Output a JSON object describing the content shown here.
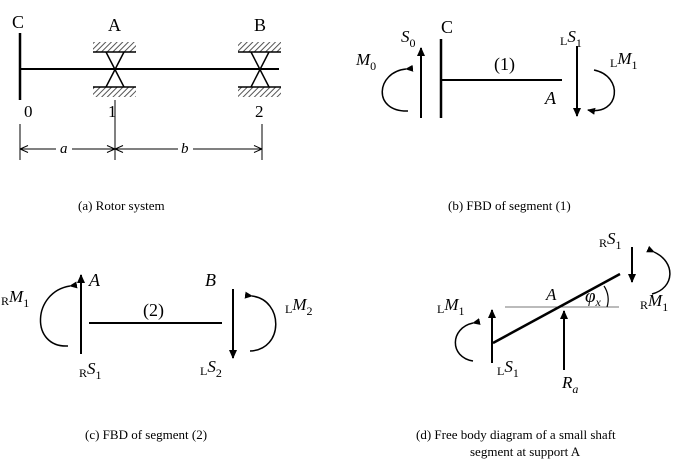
{
  "panel_a": {
    "caption": "(a) Rotor system",
    "node_C": "C",
    "node_A": "A",
    "node_B": "B",
    "station_0": "0",
    "station_1": "1",
    "station_2": "2",
    "dim_a": "a",
    "dim_b": "b"
  },
  "panel_b": {
    "caption": "(b) FBD of segment (1)",
    "node_C": "C",
    "node_A": "A",
    "segment": "(1)",
    "M0": {
      "main": "M",
      "sub": "0"
    },
    "S0": {
      "main": "S",
      "sub": "0"
    },
    "LS1": {
      "pre": "L",
      "main": "S",
      "sub": "1"
    },
    "LM1": {
      "pre": "L",
      "main": "M",
      "sub": "1"
    }
  },
  "panel_c": {
    "caption": "(c) FBD of segment (2)",
    "node_A": "A",
    "node_B": "B",
    "segment": "(2)",
    "RM1": {
      "pre": "R",
      "main": "M",
      "sub": "1"
    },
    "RS1": {
      "pre": "R",
      "main": "S",
      "sub": "1"
    },
    "LS2": {
      "pre": "L",
      "main": "S",
      "sub": "2"
    },
    "LM2": {
      "pre": "L",
      "main": "M",
      "sub": "2"
    }
  },
  "panel_d": {
    "caption_line1": "(d) Free body diagram of a small shaft",
    "caption_line2": "segment at support A",
    "node_A": "A",
    "RS1": {
      "pre": "R",
      "main": "S",
      "sub": "1"
    },
    "RM1": {
      "pre": "R",
      "main": "M",
      "sub": "1"
    },
    "LM1": {
      "pre": "L",
      "main": "M",
      "sub": "1"
    },
    "LS1": {
      "pre": "L",
      "main": "S",
      "sub": "1"
    },
    "Ra": {
      "main": "R",
      "sub": "a"
    },
    "phi": {
      "main": "φ",
      "sub": "x"
    }
  }
}
